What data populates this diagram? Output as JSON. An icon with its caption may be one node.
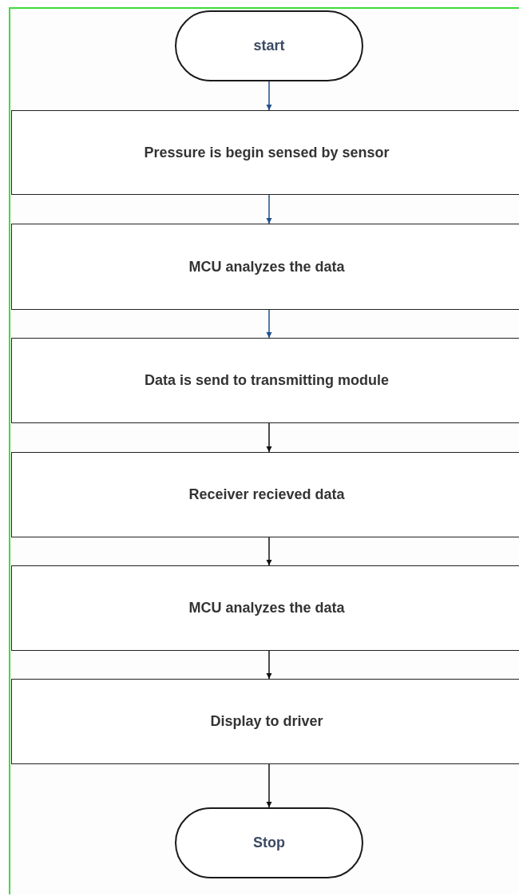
{
  "diagram": {
    "nodes": [
      {
        "text": [
          "start"
        ]
      },
      {
        "text": [
          "Pressure is begin sensed by sensor"
        ]
      },
      {
        "text": [
          "MCU analyzes the data"
        ]
      },
      {
        "text": [
          "Data is send to transmitting module"
        ]
      },
      {
        "text": [
          "Receiver recieved data"
        ]
      },
      {
        "text": [
          "MCU analyzes the data"
        ]
      },
      {
        "text": [
          "Display to driver"
        ]
      },
      {
        "text": [
          "Stop"
        ]
      }
    ],
    "edges": [
      {
        "from": 0,
        "to": 1,
        "arrow": "to",
        "color": "#1f4e8c"
      },
      {
        "from": 1,
        "to": 2,
        "arrow": "to",
        "color": "#1f4e8c"
      },
      {
        "from": 2,
        "to": 3,
        "arrow": "to",
        "color": "#1f4e8c"
      },
      {
        "from": 3,
        "to": 4,
        "arrow": "to"
      },
      {
        "from": 4,
        "to": 5,
        "arrow": "to"
      },
      {
        "from": 5,
        "to": 6,
        "arrow": "to"
      },
      {
        "from": 6,
        "to": 7,
        "arrow": "to"
      }
    ]
  }
}
